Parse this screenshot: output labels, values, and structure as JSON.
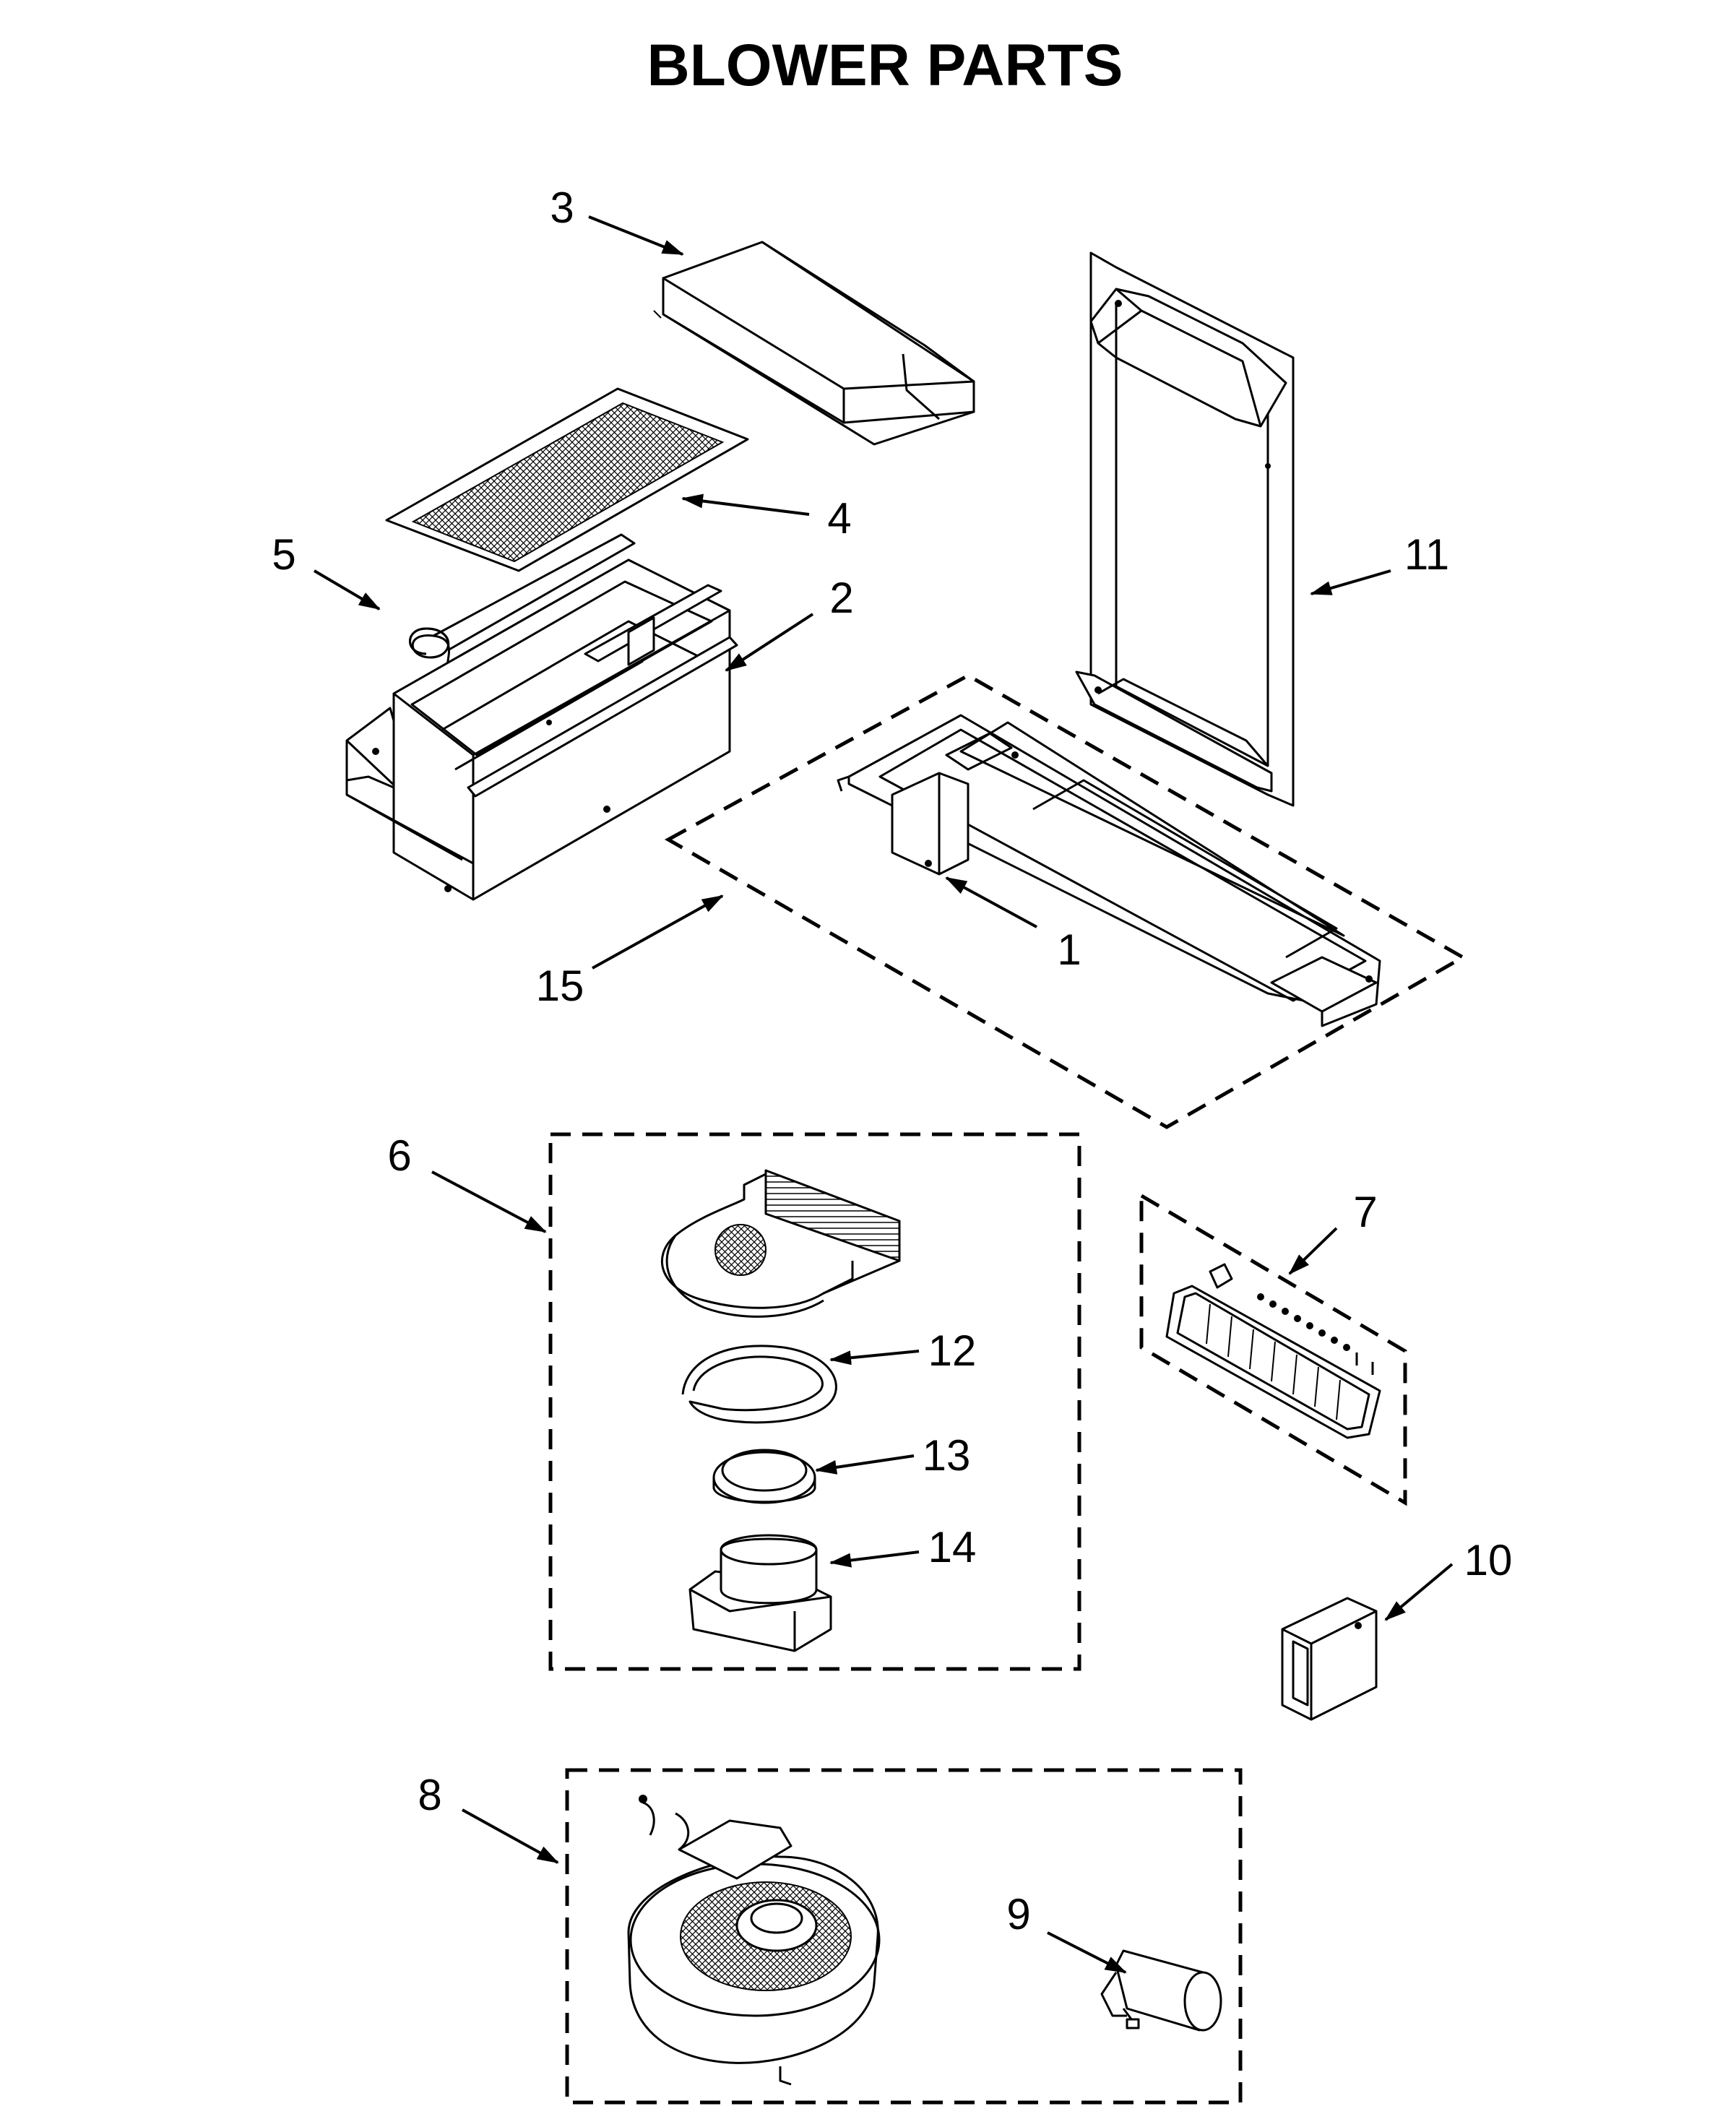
{
  "title": "BLOWER PARTS",
  "callouts": {
    "p1": "1",
    "p2": "2",
    "p3": "3",
    "p4": "4",
    "p5": "5",
    "p6": "6",
    "p7": "7",
    "p8": "8",
    "p9": "9",
    "p10": "10",
    "p11": "11",
    "p12": "12",
    "p13": "13",
    "p14": "14",
    "p15": "15"
  }
}
